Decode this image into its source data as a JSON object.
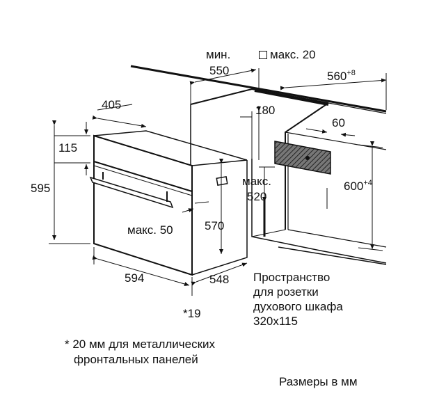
{
  "dimensions": {
    "min_label": "мин.",
    "min_550": "550",
    "max_20": "макс. 20",
    "d560_base": "560",
    "d560_sup": "+8",
    "d405": "405",
    "d180": "180",
    "d60": "60",
    "d115": "115",
    "d595": "595",
    "max_label": "макс.",
    "d520": "520",
    "d600_base": "600",
    "d600_sup": "+4",
    "max_50": "макс. 50",
    "d570": "570",
    "d594": "594",
    "d548": "548",
    "d19": "*19"
  },
  "notes": {
    "socket_lines": [
      "Пространство",
      "для розетки",
      "духового шкафа",
      "320x115"
    ],
    "footnote_lines": [
      "* 20 мм для металлических",
      "фронтальных панелей"
    ],
    "units": "Размеры в мм"
  }
}
